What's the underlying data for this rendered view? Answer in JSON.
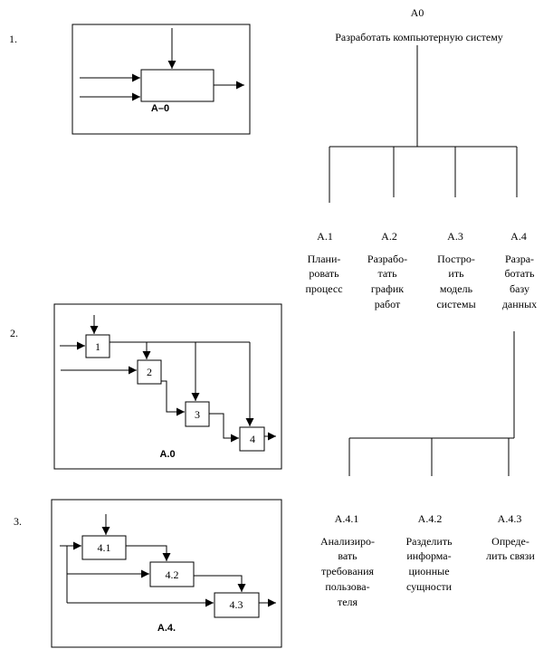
{
  "sections": [
    {
      "number": "1."
    },
    {
      "number": "2."
    },
    {
      "number": "3."
    }
  ],
  "diagram1": {
    "box_label": "A–0"
  },
  "diagram2": {
    "caption": "A.0",
    "boxes": [
      "1",
      "2",
      "3",
      "4"
    ]
  },
  "diagram3": {
    "caption": "A.4.",
    "boxes": [
      "4.1",
      "4.2",
      "4.3"
    ]
  },
  "tree1": {
    "root_code": "A0",
    "root_title": "Разработать компьютерную систему",
    "children": [
      {
        "code": "A.1",
        "lines": [
          "Плани-",
          "ровать",
          "процесс"
        ]
      },
      {
        "code": "A.2",
        "lines": [
          "Разрабо-",
          "тать",
          "график",
          "работ"
        ]
      },
      {
        "code": "A.3",
        "lines": [
          "Постро-",
          "ить",
          "модель",
          "системы"
        ]
      },
      {
        "code": "A.4",
        "lines": [
          "Разра-",
          "ботать",
          "базу",
          "данных"
        ]
      }
    ]
  },
  "tree2": {
    "children": [
      {
        "code": "A.4.1",
        "lines": [
          "Анализиро-",
          "вать",
          "требования",
          "пользова-",
          "теля"
        ]
      },
      {
        "code": "A.4.2",
        "lines": [
          "Разделить",
          "информа-",
          "ционные",
          "сущности"
        ]
      },
      {
        "code": "A.4.3",
        "lines": [
          "Опреде-",
          "лить связи"
        ]
      }
    ]
  }
}
